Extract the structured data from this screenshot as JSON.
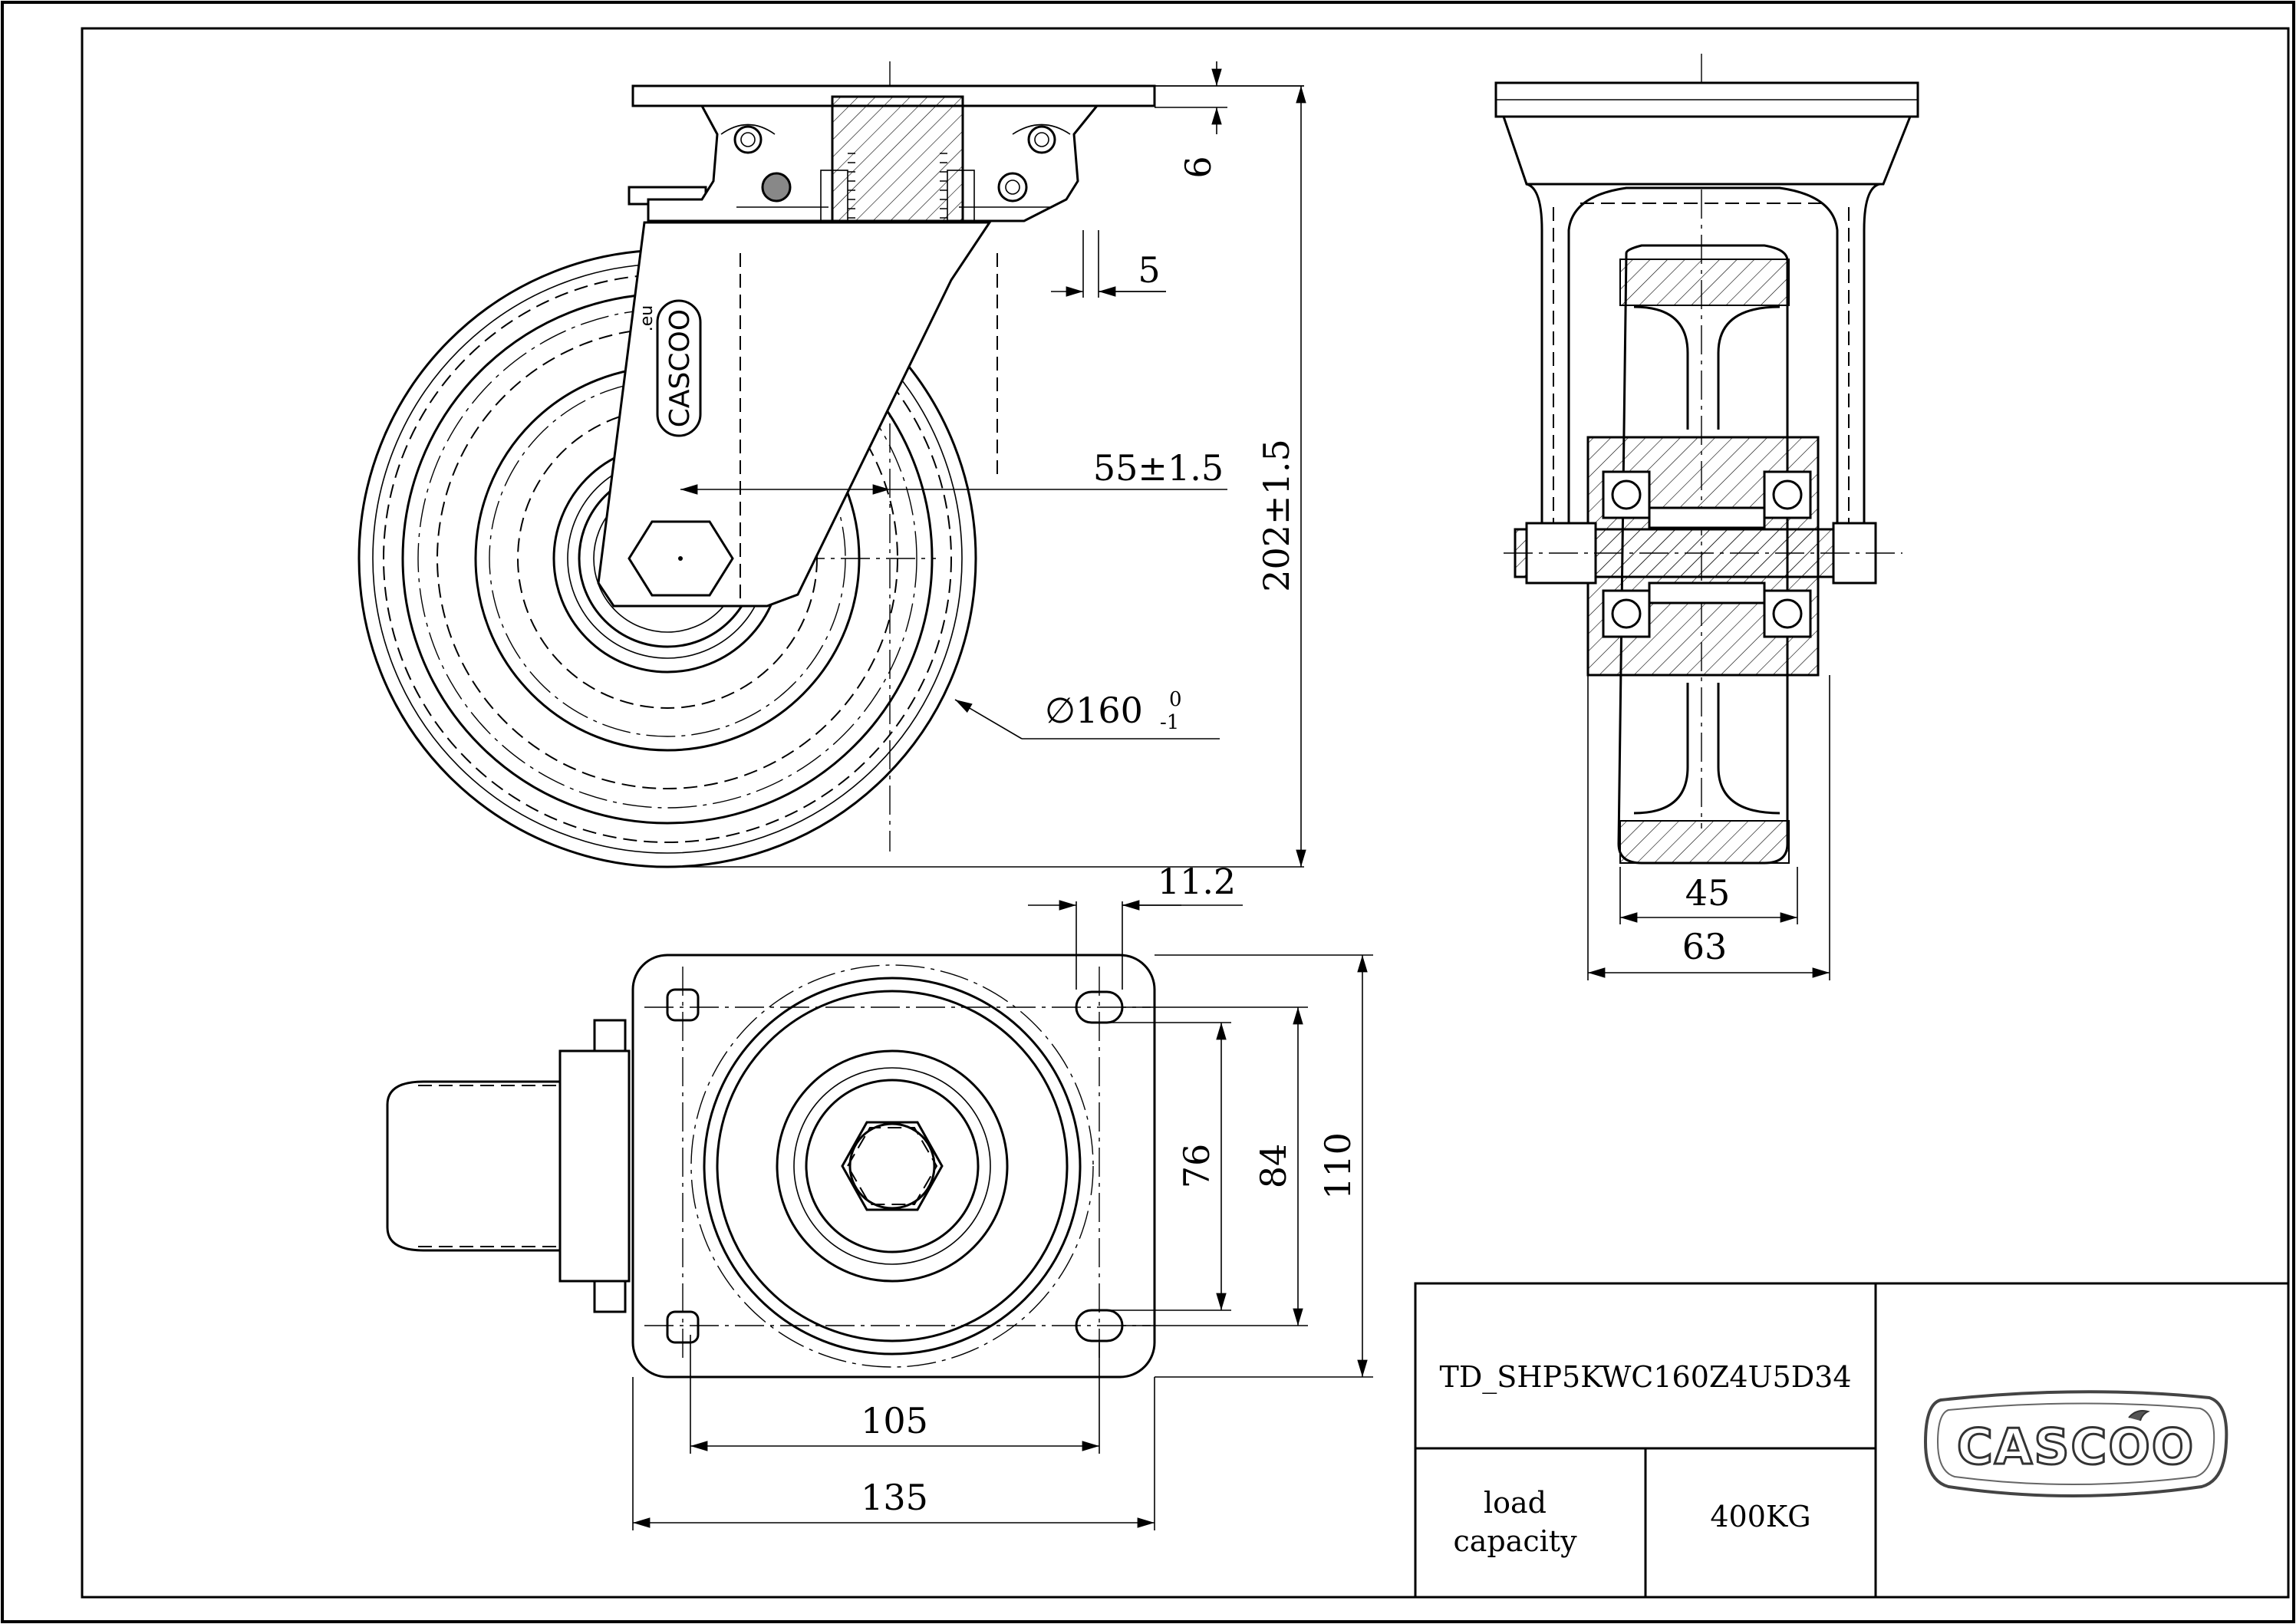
{
  "drawing": {
    "brand_side_view": "CASCOO",
    "brand_side_suffix": ".eu",
    "dimensions": {
      "top_plate_thickness": "6",
      "plate_edge_offset": "5",
      "swivel_offset": "55±1.5",
      "overall_height": "202±1.5",
      "wheel_diameter": "∅160",
      "wheel_diameter_tol_upper": "0",
      "wheel_diameter_tol_lower": "-1",
      "slot_width": "11.2",
      "tread_width": "45",
      "wheel_width": "63",
      "hole_spacing_short": "76",
      "plate_inner": "84",
      "plate_width": "110",
      "hole_spacing_long": "105",
      "plate_length": "135"
    }
  },
  "title_block": {
    "part_number": "TD_SHP5KWC160Z4U5D34",
    "load_label_line1": "load",
    "load_label_line2": "capacity",
    "load_value": "400KG",
    "logo_text": "CASCOO"
  }
}
